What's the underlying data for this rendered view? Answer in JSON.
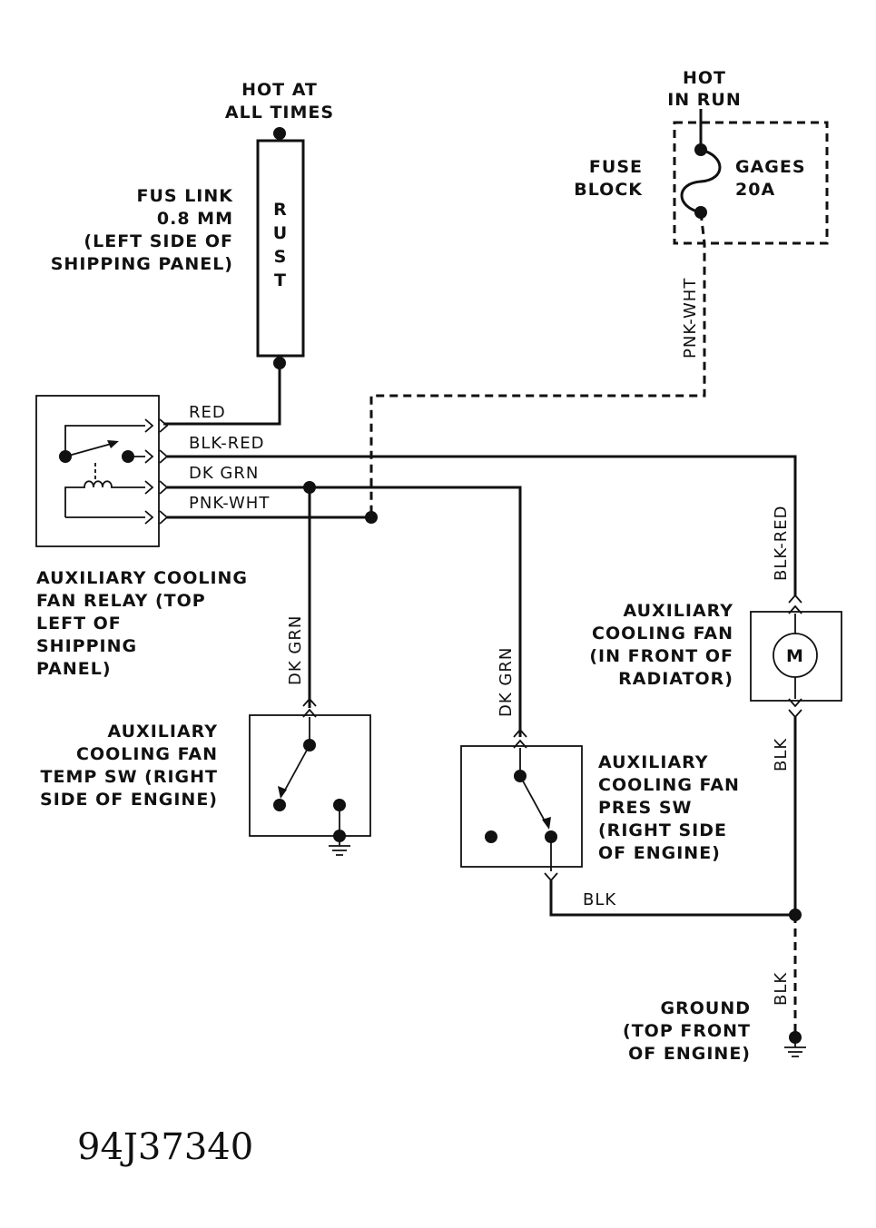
{
  "labels": {
    "hot_at_all_times_1": "HOT AT",
    "hot_at_all_times_2": "ALL TIMES",
    "hot_in_run_1": "HOT",
    "hot_in_run_2": "IN RUN",
    "fuse_block_1": "FUSE",
    "fuse_block_2": "BLOCK",
    "fuse_gages_1": "GAGES",
    "fuse_gages_2": "20A",
    "fus_link_1": "FUS LINK",
    "fus_link_2": "0.8 MM",
    "fus_link_3": "(LEFT SIDE OF",
    "fus_link_4": "SHIPPING PANEL)",
    "rust_r": "R",
    "rust_u": "U",
    "rust_s": "S",
    "rust_t": "T",
    "relay_1": "AUXILIARY COOLING",
    "relay_2": "FAN RELAY (TOP",
    "relay_3": "LEFT OF",
    "relay_4": "SHIPPING",
    "relay_5": "PANEL)",
    "temp_sw_1": "AUXILIARY",
    "temp_sw_2": "COOLING FAN",
    "temp_sw_3": "TEMP SW (RIGHT",
    "temp_sw_4": "SIDE OF ENGINE)",
    "pres_sw_1": "AUXILIARY",
    "pres_sw_2": "COOLING FAN",
    "pres_sw_3": "PRES SW",
    "pres_sw_4": "(RIGHT SIDE",
    "pres_sw_5": "OF ENGINE)",
    "fan_1": "AUXILIARY",
    "fan_2": "COOLING FAN",
    "fan_3": "(IN FRONT OF",
    "fan_4": "RADIATOR)",
    "motor": "M",
    "ground_1": "GROUND",
    "ground_2": "(TOP FRONT",
    "ground_3": "OF ENGINE)"
  },
  "wires": {
    "red": "RED",
    "blk_red": "BLK-RED",
    "dk_grn": "DK GRN",
    "pnk_wht": "PNK-WHT",
    "pnk_wht_vertical": "PNK-WHT",
    "dk_grn_temp": "DK GRN",
    "dk_grn_pres": "DK GRN",
    "blk_red_vertical": "BLK-RED",
    "blk_fan": "BLK",
    "blk_bottom": "BLK",
    "blk_ground": "BLK"
  },
  "figure_code": "94J37340"
}
